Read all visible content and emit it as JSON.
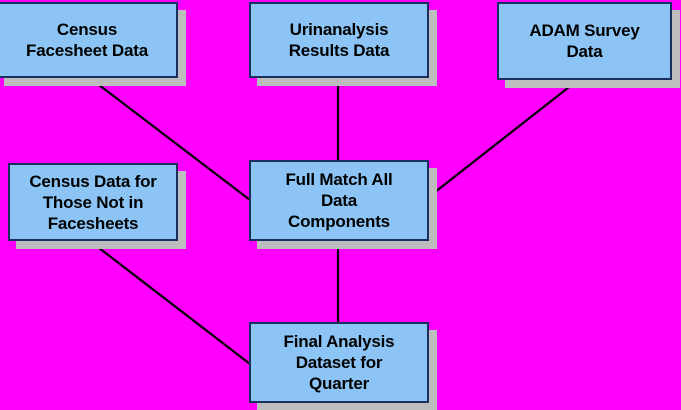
{
  "diagram": {
    "background_color": "#ff00ff",
    "node_fill_color": "#8cc5f5",
    "node_border_color": "#1b2f5e",
    "shadow_color": "#bdbdbd",
    "connector_color": "#000000",
    "nodes": [
      {
        "id": "census-facesheet",
        "label": "Census\nFacesheet Data"
      },
      {
        "id": "urinanalysis",
        "label": "Urinanalysis\nResults Data"
      },
      {
        "id": "adam",
        "label": "ADAM Survey\nData"
      },
      {
        "id": "census-not",
        "label": "Census Data for\nThose Not in\nFacesheets"
      },
      {
        "id": "full-match",
        "label": "Full Match All\nData\nComponents"
      },
      {
        "id": "final-analysis",
        "label": "Final Analysis\nDataset for\nQuarter"
      }
    ],
    "connectors": [
      {
        "from": "census-facesheet",
        "to": "full-match",
        "type": "diagonal"
      },
      {
        "from": "urinanalysis",
        "to": "full-match",
        "type": "vertical"
      },
      {
        "from": "adam",
        "to": "full-match",
        "type": "diagonal"
      },
      {
        "from": "census-not",
        "to": "final-analysis",
        "type": "diagonal"
      },
      {
        "from": "full-match",
        "to": "final-analysis",
        "type": "vertical"
      }
    ]
  }
}
